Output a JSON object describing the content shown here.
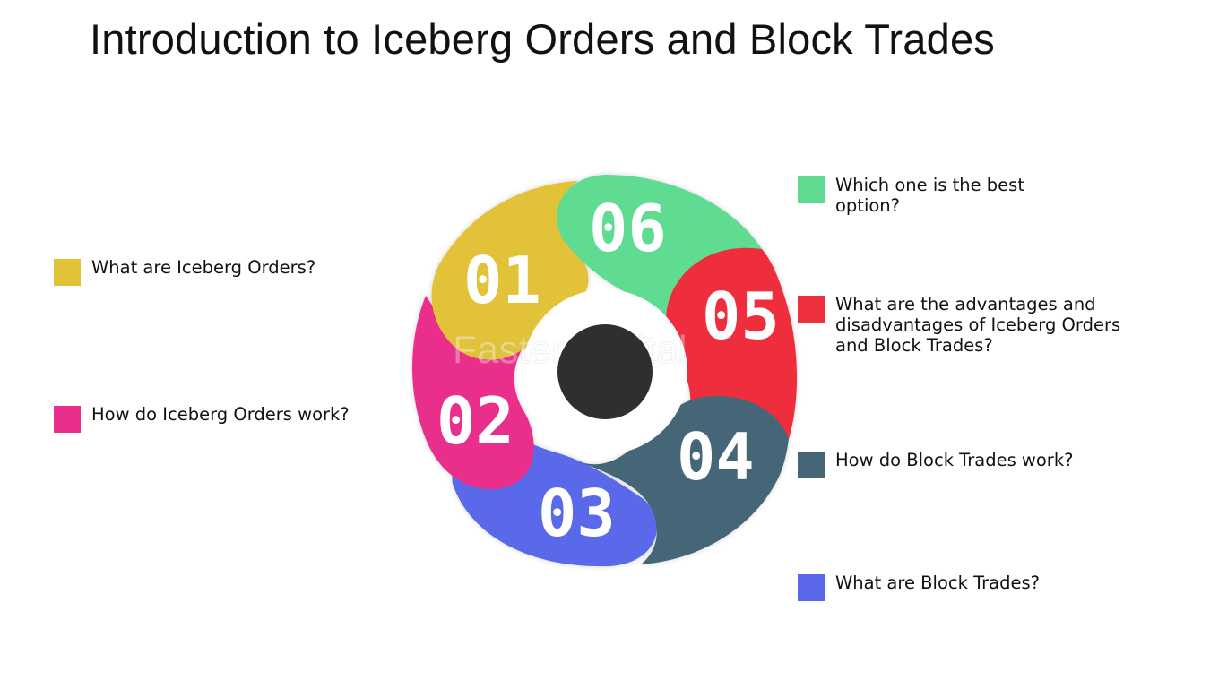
{
  "title": "Introduction to Iceberg Orders and Block Trades",
  "watermark": "FasterCapital",
  "segments": [
    {
      "number": "01",
      "label": "What are Iceberg Orders?",
      "color": "#E2C237"
    },
    {
      "number": "02",
      "label": "How do Iceberg Orders work?",
      "color": "#EA2E8C"
    },
    {
      "number": "03",
      "label": "What are Block Trades?",
      "color": "#5A69E9"
    },
    {
      "number": "04",
      "label": "How do Block Trades work?",
      "color": "#456677"
    },
    {
      "number": "05",
      "label": "What are the advantages and disadvantages of Iceberg Orders and Block Trades?",
      "color": "#EE2F3C"
    },
    {
      "number": "06",
      "label": "Which one is the best option?",
      "color": "#5FDB92"
    }
  ],
  "center_color": "#2F2F2F"
}
